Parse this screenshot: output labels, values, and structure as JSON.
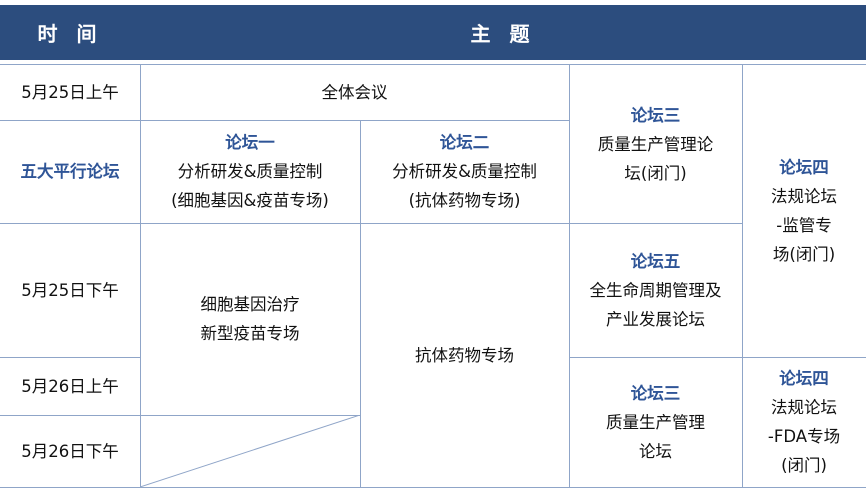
{
  "header": {
    "time": "时 间",
    "topic": "主 题"
  },
  "times": [
    "5月25日上午",
    "五大平行论坛",
    "5月25日下午",
    "5月26日上午",
    "5月26日下午"
  ],
  "plenary": "全体会议",
  "forum1": {
    "title": "论坛一",
    "lines": [
      "分析研发&质量控制",
      "(细胞基因&疫苗专场)"
    ]
  },
  "forum2": {
    "title": "论坛二",
    "lines": [
      "分析研发&质量控制",
      "(抗体药物专场)"
    ]
  },
  "forum3a": {
    "title": "论坛三",
    "lines": [
      "质量生产管理论",
      "坛(闭门)"
    ]
  },
  "forum4a": {
    "title": "论坛四",
    "lines": [
      "法规论坛",
      "-监管专",
      "场(闭门)"
    ]
  },
  "cell_gene": {
    "lines": [
      "细胞基因治疗",
      "新型疫苗专场"
    ]
  },
  "antibody": "抗体药物专场",
  "forum5": {
    "title": "论坛五",
    "lines": [
      "全生命周期管理及",
      "产业发展论坛"
    ]
  },
  "forum3b": {
    "title": "论坛三",
    "lines": [
      "质量生产管理",
      "论坛"
    ]
  },
  "forum4b": {
    "title": "论坛四",
    "lines": [
      "法规论坛",
      "-FDA专场",
      "(闭门)"
    ]
  }
}
